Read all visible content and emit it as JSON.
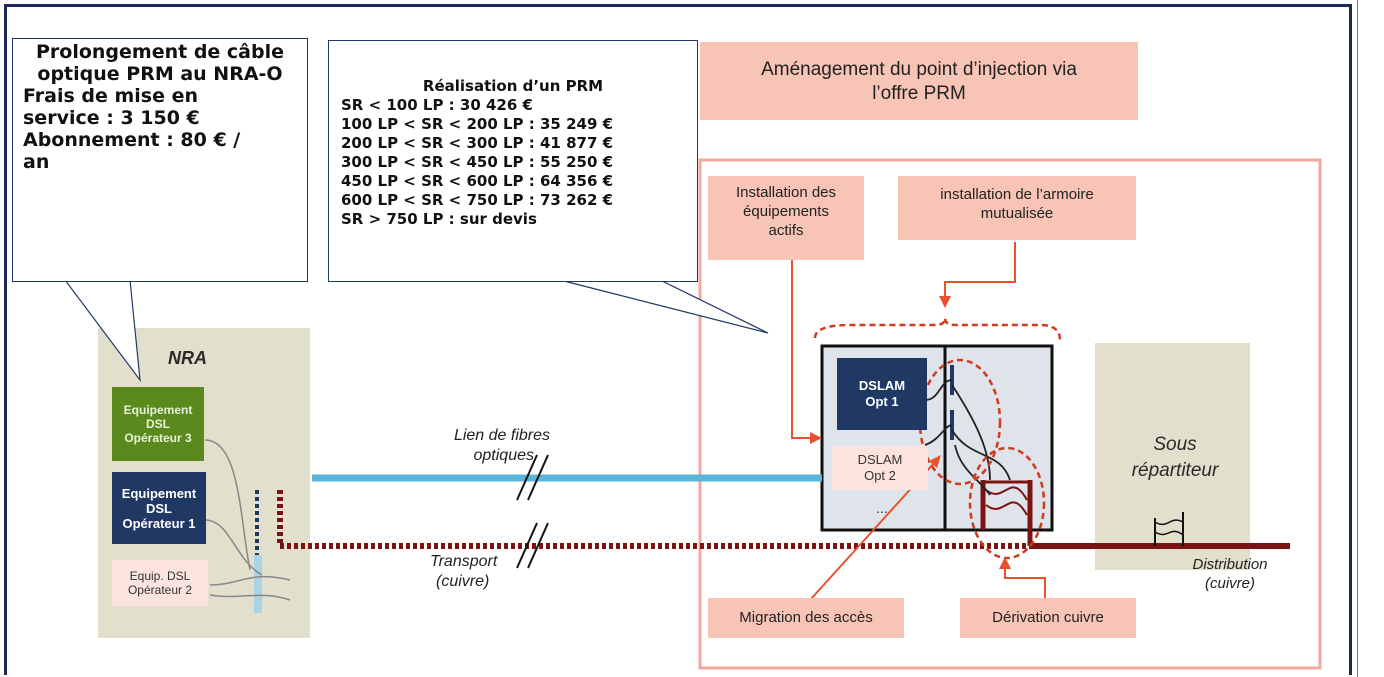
{
  "callout_left": {
    "title_line1": "Prolongement de câble",
    "title_line2": "optique PRM au NRA-O",
    "line3": "Frais de mise en",
    "line4": "service : 3 150 €",
    "line5": "Abonnement : 80 € /",
    "line6": "an"
  },
  "callout_middle": {
    "title": "Réalisation d’un PRM",
    "lines": [
      "SR < 100 LP : 30 426 €",
      "100 LP < SR < 200 LP : 35 249 €",
      "200 LP < SR < 300 LP : 41 877 €",
      "300 LP < SR < 450 LP : 55 250 €",
      "450 LP < SR < 600 LP : 64 356 €",
      "600 LP < SR < 750 LP : 73 262 €",
      "SR > 750 LP : sur devis"
    ]
  },
  "header_box": {
    "line1": "Aménagement du point d’injection via",
    "line2": "l’offre PRM"
  },
  "labels": {
    "install_active_1": "Installation des",
    "install_active_2": "équipements",
    "install_active_3": "actifs",
    "install_cabinet_1": "installation de l’armoire",
    "install_cabinet_2": "mutualisée",
    "migration": "Migration des accès",
    "derivation": "Dérivation cuivre"
  },
  "nra": {
    "title": "NRA",
    "eq3_1": "Equipement",
    "eq3_2": "DSL",
    "eq3_3": "Opérateur 3",
    "eq1_1": "Equipement",
    "eq1_2": "DSL",
    "eq1_3": "Opérateur 1",
    "eq2_1": "Equip. DSL",
    "eq2_2": "Opérateur 2"
  },
  "links": {
    "fiber_1": "Lien de fibres",
    "fiber_2": "optiques",
    "transport_1": "Transport",
    "transport_2": "(cuivre)",
    "distribution_1": "Distribution",
    "distribution_2": "(cuivre)"
  },
  "cabinet": {
    "dslam1_1": "DSLAM",
    "dslam1_2": "Opt 1",
    "dslam2_1": "DSLAM",
    "dslam2_2": "Opt 2",
    "dots": "..."
  },
  "sr": {
    "line1": "Sous",
    "line2": "répartiteur"
  },
  "colors": {
    "salmon": "#f7c4b6",
    "navy": "#1f3864",
    "green": "#5a8a1e",
    "fiber": "#5bb5d6",
    "copper": "#7a1414",
    "red": "#e8502e"
  }
}
